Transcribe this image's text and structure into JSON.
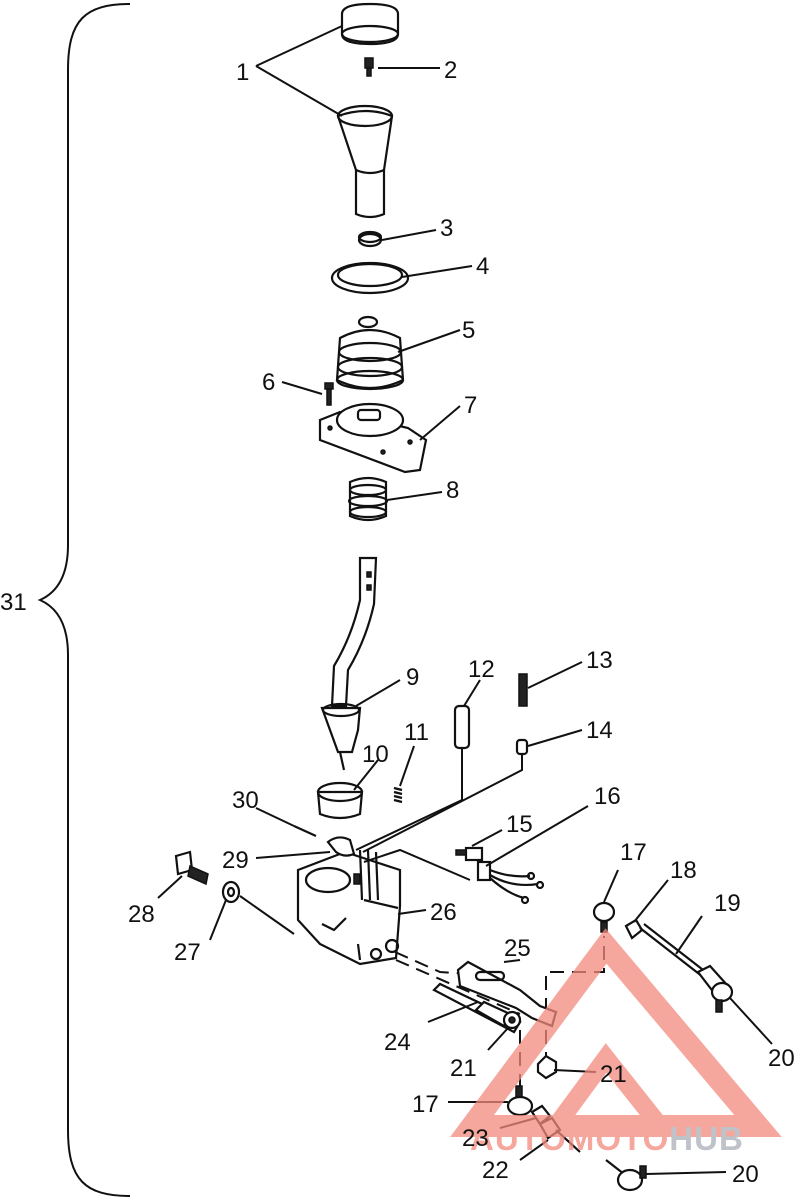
{
  "diagram": {
    "callouts": [
      "1",
      "2",
      "3",
      "4",
      "5",
      "6",
      "7",
      "8",
      "9",
      "10",
      "11",
      "12",
      "13",
      "14",
      "15",
      "16",
      "17",
      "18",
      "19",
      "20",
      "21",
      "21",
      "17",
      "23",
      "22",
      "20",
      "24",
      "25",
      "26",
      "27",
      "28",
      "29",
      "30",
      "31"
    ]
  },
  "watermark": {
    "part1": "AUTOMOTO",
    "part2": "HUB",
    "color_primary": "#f28a7e",
    "color_secondary": "#aab0b8"
  },
  "colors": {
    "line": "#111111",
    "background": "#ffffff"
  }
}
